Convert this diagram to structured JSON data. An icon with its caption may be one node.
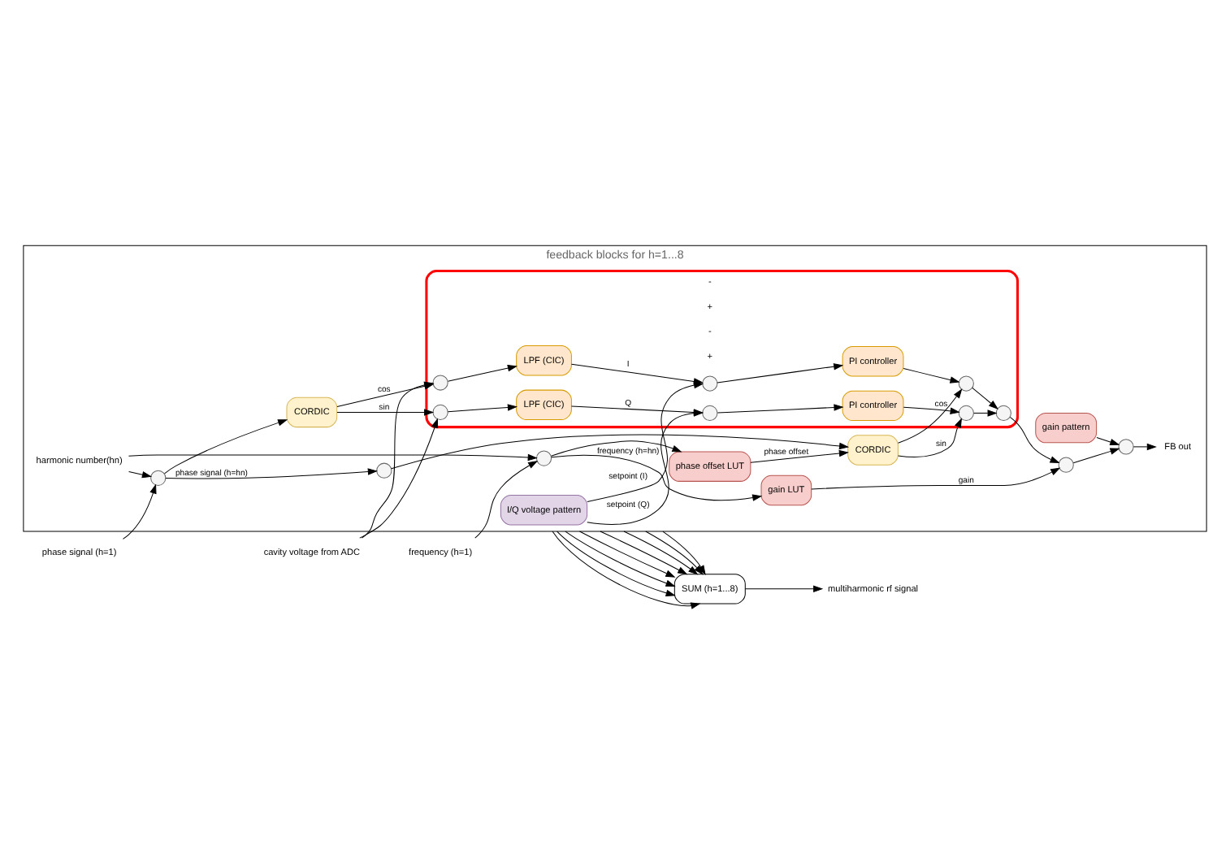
{
  "diagram": {
    "nodes": [
      {
        "text": [
          "feedback blocks for h=1...8"
        ]
      },
      {
        "text": [
          "SUM (h=1...8)"
        ]
      },
      {
        "text": [
          "multiharmonic rf signal"
        ]
      },
      {
        "text": [
          "cavity voltage from ADC"
        ]
      },
      {
        "text": [
          "I/Q voltage pattern"
        ],
        "in": 0
      },
      {
        "text": [
          "gain pattern"
        ],
        "in": 0
      },
      {
        "text": [],
        "shape": "box",
        "in": 0
      },
      {
        "text": [],
        "shape": "circle",
        "in": 6
      },
      {
        "text": [
          "LPF (CIC)"
        ],
        "in": 6
      },
      {
        "text": [],
        "shape": "circle",
        "in": 6
      },
      {
        "text": [
          "PI controller"
        ],
        "in": 6
      },
      {
        "text": [],
        "shape": "circle",
        "in": 6
      },
      {
        "text": [],
        "shape": "circle",
        "in": 6
      },
      {
        "text": [
          "LPF (CIC)"
        ],
        "in": 6
      },
      {
        "text": [],
        "shape": "circle",
        "in": 6
      },
      {
        "text": [
          "PI controller"
        ],
        "in": 6
      },
      {
        "text": [],
        "shape": "circle",
        "in": 6
      },
      {
        "text": [],
        "shape": "circle",
        "in": 6
      },
      {
        "text": [],
        "shape": "circle",
        "in": 0
      },
      {
        "text": [],
        "shape": "circle",
        "in": 0
      },
      {
        "text": [
          "FB out"
        ],
        "in": 0
      },
      {
        "text": [
          "CORDIC"
        ],
        "in": 0
      },
      {
        "text": [
          "phase offset LUT"
        ],
        "in": 0
      },
      {
        "text": [
          "CORDIC"
        ],
        "in": 0
      },
      {
        "text": [
          "gain LUT"
        ],
        "in": 0
      },
      {
        "text": [
          "harmonic number(hn)"
        ],
        "in": 0
      },
      {
        "text": [],
        "shape": "circle",
        "in": 0
      },
      {
        "text": [],
        "shape": "circle",
        "in": 0
      },
      {
        "text": [],
        "shape": "circle",
        "in": 0
      },
      {
        "text": [
          "phase signal (h=1)"
        ]
      },
      {
        "text": [
          "frequency (h=1)"
        ]
      }
    ],
    "edges": [
      {
        "from": 0,
        "to": 1,
        "arrow": "to"
      },
      {
        "from": 0,
        "to": 1,
        "arrow": "to"
      },
      {
        "from": 0,
        "to": 1,
        "arrow": "to"
      },
      {
        "from": 0,
        "to": 1,
        "arrow": "to"
      },
      {
        "from": 0,
        "to": 1,
        "arrow": "to"
      },
      {
        "from": 0,
        "to": 1,
        "arrow": "to"
      },
      {
        "from": 0,
        "to": 1,
        "arrow": "to"
      },
      {
        "from": 0,
        "to": 1,
        "arrow": "to"
      },
      {
        "from": 1,
        "to": 2,
        "arrow": "to"
      },
      {
        "from": 3,
        "to": 7,
        "arrow": "to"
      },
      {
        "from": 3,
        "to": 12,
        "arrow": "to"
      },
      {
        "from": 7,
        "to": 8,
        "arrow": "to"
      },
      {
        "from": 8,
        "to": 9,
        "arrow": "to",
        "label": "I"
      },
      {
        "from": 4,
        "to": 9,
        "arrow": "to",
        "label": "setpoint (I)"
      },
      {
        "from": 9,
        "to": 10,
        "arrow": "to"
      },
      {
        "from": 10,
        "to": 11,
        "arrow": "to"
      },
      {
        "from": 11,
        "to": 17,
        "arrow": "to"
      },
      {
        "from": 12,
        "to": 13,
        "arrow": "to"
      },
      {
        "from": 13,
        "to": 14,
        "arrow": "to",
        "label": "Q"
      },
      {
        "from": 4,
        "to": 14,
        "arrow": "to",
        "label": "setpoint (Q)"
      },
      {
        "from": 14,
        "to": 15,
        "arrow": "to"
      },
      {
        "from": 15,
        "to": 16,
        "arrow": "to"
      },
      {
        "from": 16,
        "to": 17,
        "arrow": "to"
      },
      {
        "from": 17,
        "to": 19,
        "arrow": "to"
      },
      {
        "from": 24,
        "to": 19,
        "arrow": "to",
        "label": "gain"
      },
      {
        "from": 19,
        "to": 18,
        "arrow": "to"
      },
      {
        "from": 5,
        "to": 18,
        "arrow": "to"
      },
      {
        "from": 18,
        "to": 20,
        "arrow": "to"
      },
      {
        "from": 21,
        "to": 7,
        "arrow": "to",
        "label": "cos"
      },
      {
        "from": 21,
        "to": 12,
        "arrow": "to",
        "label": "sin"
      },
      {
        "from": 23,
        "to": 11,
        "arrow": "to",
        "label": "cos"
      },
      {
        "from": 23,
        "to": 16,
        "arrow": "to",
        "label": "sin"
      },
      {
        "from": 25,
        "to": 26,
        "arrow": "to"
      },
      {
        "from": 25,
        "to": 27,
        "arrow": "to"
      },
      {
        "from": 29,
        "to": 26,
        "arrow": "to"
      },
      {
        "from": 30,
        "to": 27,
        "arrow": "to"
      },
      {
        "from": 26,
        "to": 21,
        "arrow": "to"
      },
      {
        "from": 26,
        "to": 28,
        "arrow": "to",
        "label": "phase signal (h=hn)"
      },
      {
        "from": 27,
        "to": 22,
        "arrow": "to"
      },
      {
        "from": 27,
        "to": 24,
        "arrow": "to",
        "label": "frequency (h=hn)"
      },
      {
        "from": 22,
        "to": 23,
        "arrow": "to",
        "label": "phase offset"
      },
      {
        "from": 28,
        "to": 23,
        "arrow": "to"
      }
    ],
    "labels": [
      "-",
      "+",
      "-",
      "+"
    ]
  }
}
